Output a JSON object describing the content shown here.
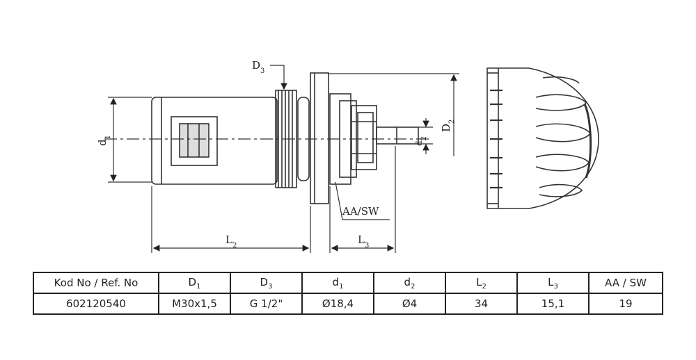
{
  "drawing": {
    "labels": {
      "D3": "D3",
      "d1": "d1",
      "d2": "d2",
      "D2": "D2",
      "L2": "L2",
      "L3": "L3",
      "aa_sw": "AA/SW"
    }
  },
  "table": {
    "headers": [
      {
        "text": "Kod No / Ref. No",
        "base": "Kod No / Ref. No",
        "sub": ""
      },
      {
        "text": "D1",
        "base": "D",
        "sub": "1"
      },
      {
        "text": "D3",
        "base": "D",
        "sub": "3"
      },
      {
        "text": "d1",
        "base": "d",
        "sub": "1"
      },
      {
        "text": "d2",
        "base": "d",
        "sub": "2"
      },
      {
        "text": "L2",
        "base": "L",
        "sub": "2"
      },
      {
        "text": "L3",
        "base": "L",
        "sub": "3"
      },
      {
        "text": "AA / SW",
        "base": "AA / SW",
        "sub": ""
      }
    ],
    "rows": [
      [
        "602120540",
        "M30x1,5",
        "G 1/2\"",
        "Ø18,4",
        "Ø4",
        "34",
        "15,1",
        "19"
      ]
    ]
  }
}
